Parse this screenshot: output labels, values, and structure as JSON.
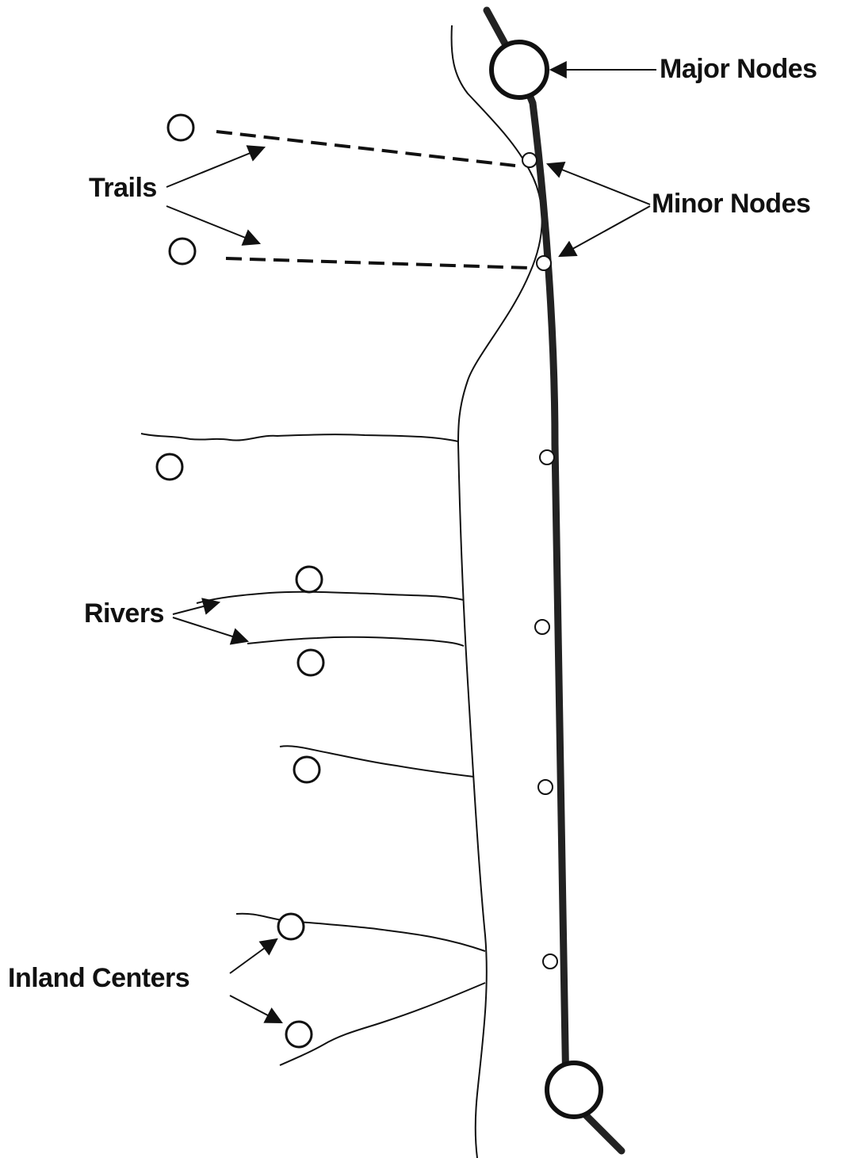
{
  "labels": {
    "major_nodes": "Major Nodes",
    "minor_nodes": "Minor Nodes",
    "trails": "Trails",
    "rivers": "Rivers",
    "inland_centers": "Inland Centers"
  },
  "colors": {
    "ink": "#111111",
    "background": "#ffffff"
  }
}
